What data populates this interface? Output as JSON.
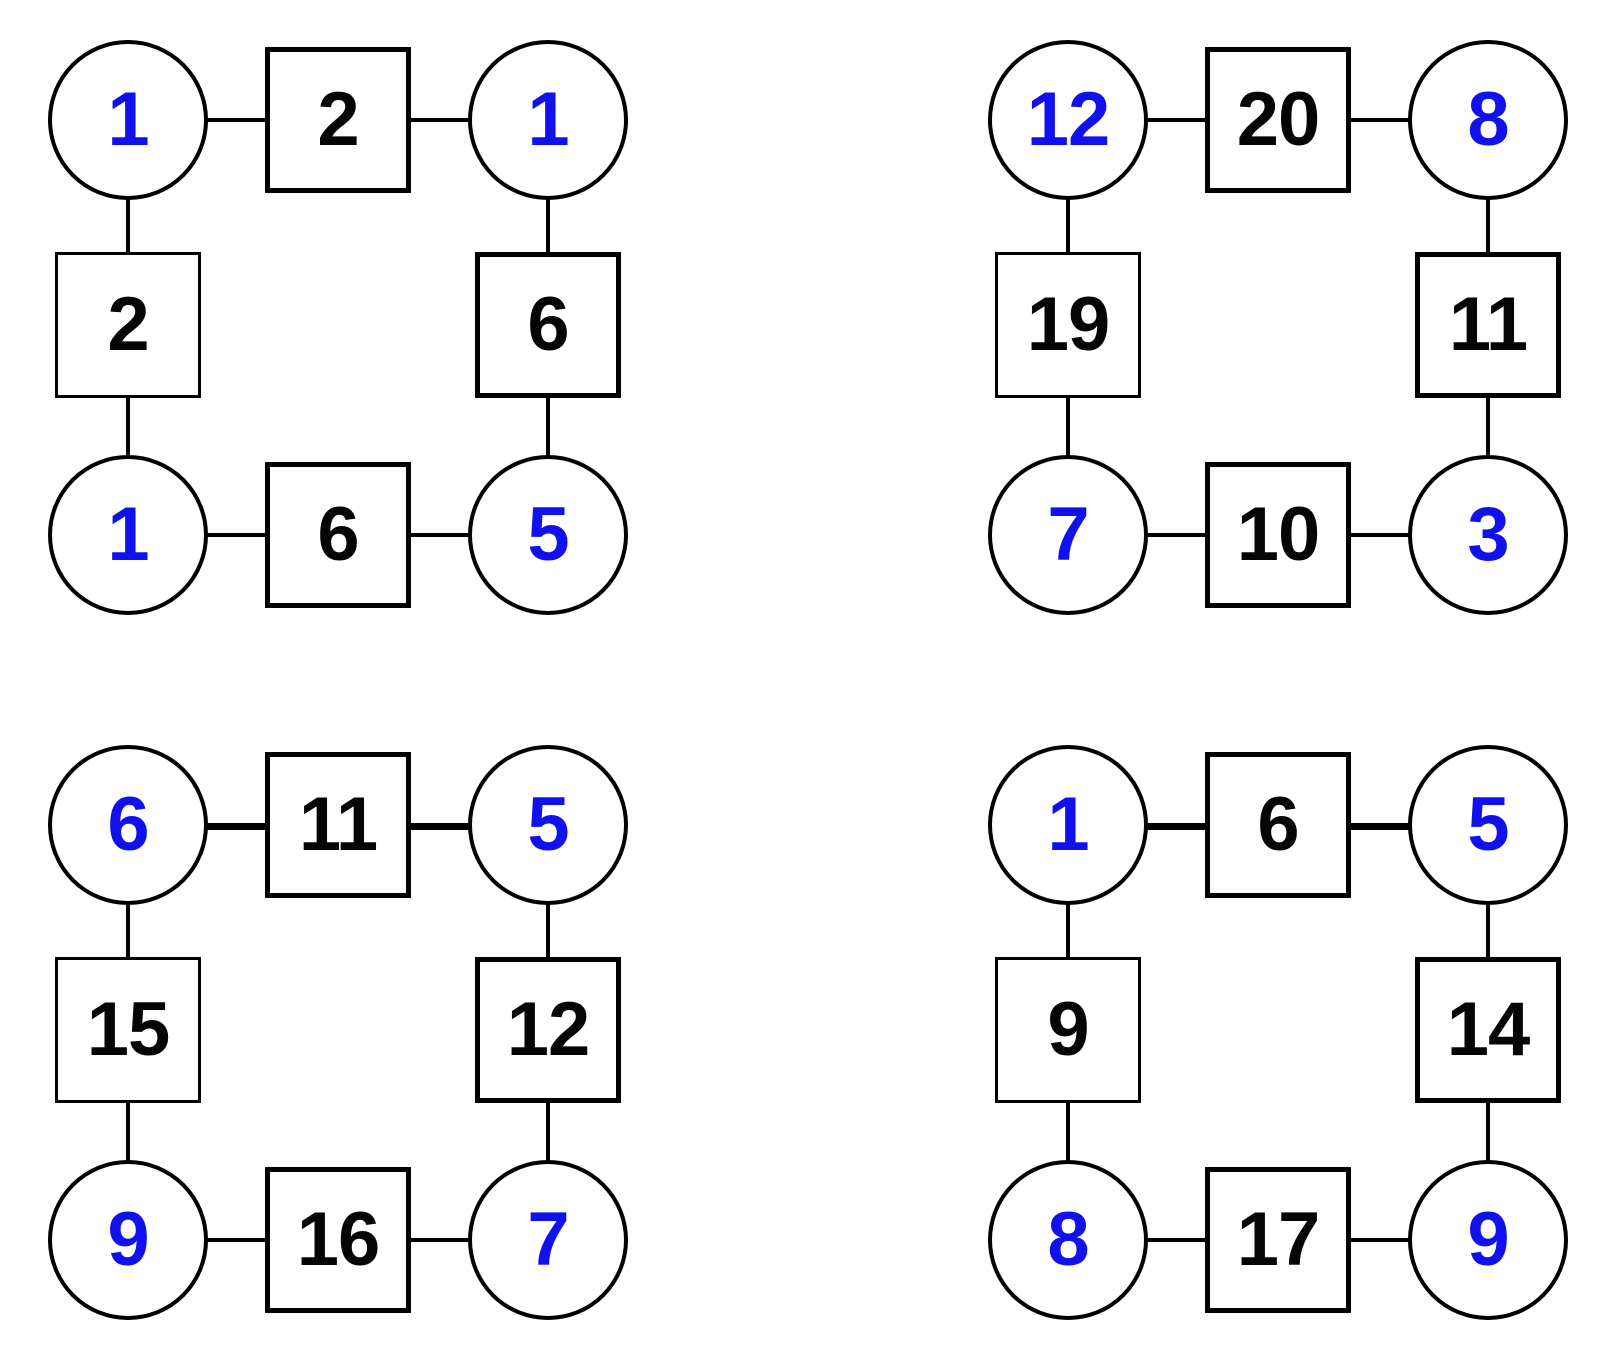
{
  "page": {
    "background_color": "#ffffff",
    "node_color": "#1111ee",
    "edge_label_color": "#050505",
    "stroke_color": "#000000",
    "layout": "2x2 grid of 4-node cycle graphs"
  },
  "chart_data": {
    "type": "diagram",
    "title": "",
    "description": "Four square-cycle graphs; each has 4 circular vertices (blue numeric labels) joined by 4 edges, each edge carrying a square box with a black numeric label.",
    "graphs": [
      {
        "id": "graph-top-left",
        "position": "top-left",
        "nodes": {
          "top_left": "1",
          "top_right": "1",
          "bottom_left": "1",
          "bottom_right": "5"
        },
        "edges": {
          "top": "2",
          "left": "2",
          "right": "6",
          "bottom": "6"
        }
      },
      {
        "id": "graph-top-right",
        "position": "top-right",
        "nodes": {
          "top_left": "12",
          "top_right": "8",
          "bottom_left": "7",
          "bottom_right": "3"
        },
        "edges": {
          "top": "20",
          "left": "19",
          "right": "11",
          "bottom": "10"
        }
      },
      {
        "id": "graph-bottom-left",
        "position": "bottom-left",
        "nodes": {
          "top_left": "6",
          "top_right": "5",
          "bottom_left": "9",
          "bottom_right": "7"
        },
        "edges": {
          "top": "11",
          "left": "15",
          "right": "12",
          "bottom": "16"
        }
      },
      {
        "id": "graph-bottom-right",
        "position": "bottom-right",
        "nodes": {
          "top_left": "1",
          "top_right": "5",
          "bottom_left": "8",
          "bottom_right": "9"
        },
        "edges": {
          "top": "6",
          "left": "9",
          "right": "14",
          "bottom": "17"
        }
      }
    ]
  }
}
